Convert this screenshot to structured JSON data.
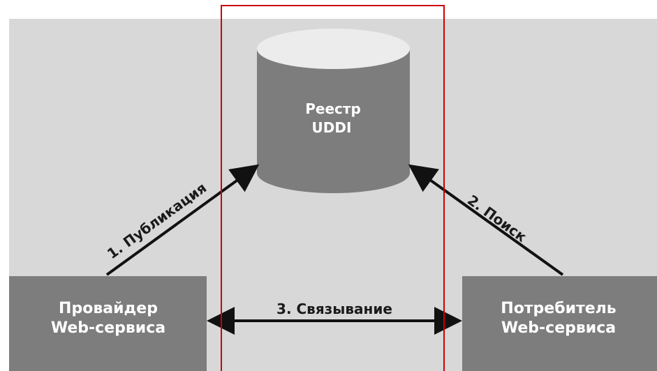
{
  "registry": {
    "line1": "Реестр",
    "line2": "UDDI"
  },
  "provider": {
    "line1": "Провайдер",
    "line2": "Web-сервиса"
  },
  "consumer": {
    "line1": "Потребитель",
    "line2": "Web-сервиса"
  },
  "edges": {
    "publish": "1. Публикация",
    "find": "2. Поиск",
    "bind": "3. Связывание"
  },
  "colors": {
    "background_panel": "#d8d8d8",
    "box_fill": "#7d7d7d",
    "cylinder_top": "#ececec",
    "arrow": "#111111",
    "highlight_frame": "#cc0000"
  }
}
